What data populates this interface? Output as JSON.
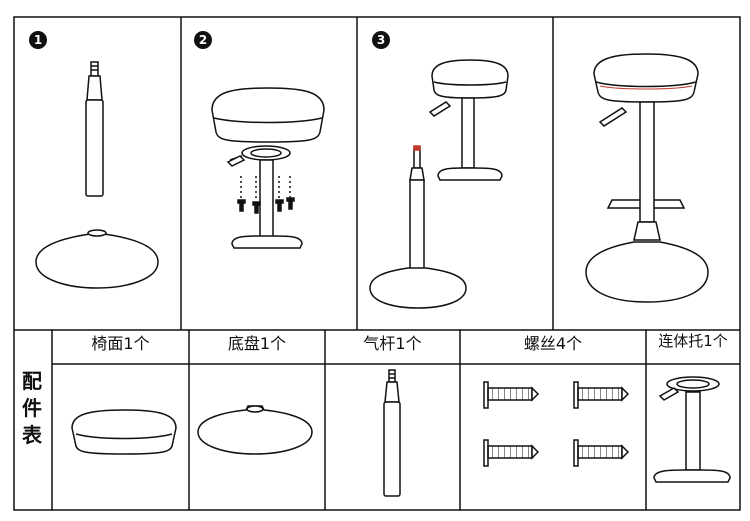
{
  "steps": {
    "step1": "1",
    "step2": "2",
    "step3": "3"
  },
  "parts_table": {
    "side_label_chars": [
      "配",
      "件",
      "表"
    ],
    "headers": {
      "seat": "椅面1个",
      "base": "底盘1个",
      "gas_lift": "气杆1个",
      "screws": "螺丝4个",
      "connector": "连体托1个"
    }
  },
  "palette": {
    "line": "#111111",
    "background": "#ffffff",
    "seat_stripe": "#c0392b"
  }
}
